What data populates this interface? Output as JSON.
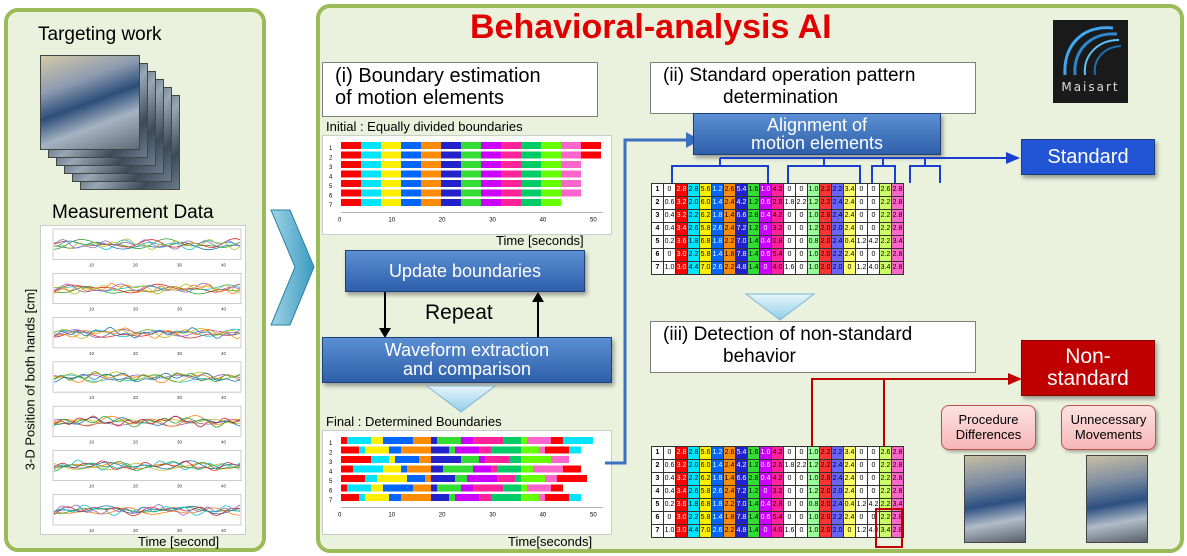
{
  "left_panel": {
    "targeting_work": "Targeting work",
    "measurement_data": "Measurement Data",
    "ylabel": "3-D Position of both hands [cm]",
    "xlabel": "Time [second]"
  },
  "main_panel": {
    "title": "Behavioral-analysis AI",
    "title_color": "#e00000",
    "logo_text": "Maisart",
    "step1": {
      "line1": "(i)  Boundary estimation",
      "line2": "of motion elements"
    },
    "initial_label": "Initial : Equally divided boundaries",
    "initial_xlabel": "Time [seconds]",
    "update_boundaries": "Update boundaries",
    "repeat": "Repeat",
    "waveform": {
      "line1": "Waveform extraction",
      "line2": "and comparison"
    },
    "final_label": "Final : Determined Boundaries",
    "final_xlabel": "Time[seconds]",
    "step2": {
      "line1": "(ii) Standard operation pattern",
      "line2": "determination"
    },
    "alignment": {
      "line1": "Alignment of",
      "line2": "motion elements"
    },
    "standard": "Standard",
    "step3": {
      "line1": "(iii) Detection of non-standard",
      "line2": "behavior"
    },
    "nonstandard": {
      "line1": "Non-",
      "line2": "standard"
    },
    "procedure": {
      "line1": "Procedure",
      "line2": "Differences"
    },
    "unnecessary": {
      "line1": "Unnecessary",
      "line2": "Movements"
    }
  },
  "timeline_ticks": [
    "0",
    "10",
    "20",
    "30",
    "40",
    "50"
  ],
  "row_labels": [
    "1",
    "2",
    "3",
    "4",
    "5",
    "6",
    "7"
  ],
  "wave_ticks": [
    "10",
    "20",
    "30",
    "40"
  ],
  "matrix_rows": [
    [
      "0",
      "2.8",
      "2.8",
      "5.6",
      "1.2",
      "2.6",
      "5.4",
      "1.6",
      "1.0",
      "4.2",
      "0",
      "0",
      "1.0",
      "2.2",
      "2.2",
      "3.4",
      "0",
      "0",
      "2.6",
      "2.8"
    ],
    [
      "0.6",
      "3.2",
      "2.0",
      "6.0",
      "1.4",
      "2.4",
      "4.2",
      "1.2",
      "0.6",
      "2.6",
      "1.8",
      "2.2",
      "1.2",
      "2.2",
      "2.4",
      "2.4",
      "0",
      "0",
      "2.2",
      "2.8"
    ],
    [
      "0.4",
      "3.2",
      "2.2",
      "6.2",
      "1.8",
      "1.4",
      "6.6",
      "2.8",
      "0.4",
      "4.2",
      "0",
      "0",
      "1.0",
      "2.8",
      "2.4",
      "2.4",
      "0",
      "0",
      "2.2",
      "2.8"
    ],
    [
      "0.4",
      "3.4",
      "2.6",
      "5.8",
      "2.6",
      "2.4",
      "7.2",
      "1.2",
      "0",
      "3.2",
      "0",
      "0",
      "1.2",
      "2.0",
      "2.0",
      "2.4",
      "0",
      "0",
      "2.2",
      "2.8"
    ],
    [
      "0.2",
      "3.6",
      "1.8",
      "6.8",
      "1.8",
      "2.2",
      "7.0",
      "1.4",
      "0.4",
      "2.8",
      "0",
      "0",
      "0.8",
      "2.0",
      "2.4",
      "0.4",
      "1.2",
      "4.2",
      "2.2",
      "3.4"
    ],
    [
      "0",
      "3.0",
      "2.2",
      "5.8",
      "1.4",
      "1.8",
      "7.8",
      "1.4",
      "0.6",
      "5.4",
      "0",
      "0",
      "1.0",
      "2.0",
      "2.2",
      "2.4",
      "0",
      "0",
      "2.2",
      "2.8"
    ],
    [
      "1.0",
      "3.0",
      "4.4",
      "7.0",
      "2.6",
      "2.2",
      "4.8",
      "1.4",
      "0",
      "4.0",
      "1.6",
      "0",
      "1.0",
      "2.0",
      "2.0",
      "0",
      "1.2",
      "4.0",
      "3.4",
      "2.8"
    ]
  ],
  "colors": {
    "panel_border": "#9bbb59",
    "panel_fill": "#eaf1dd",
    "button_blue": "#3a6fbf",
    "red_box": "#c00000"
  }
}
